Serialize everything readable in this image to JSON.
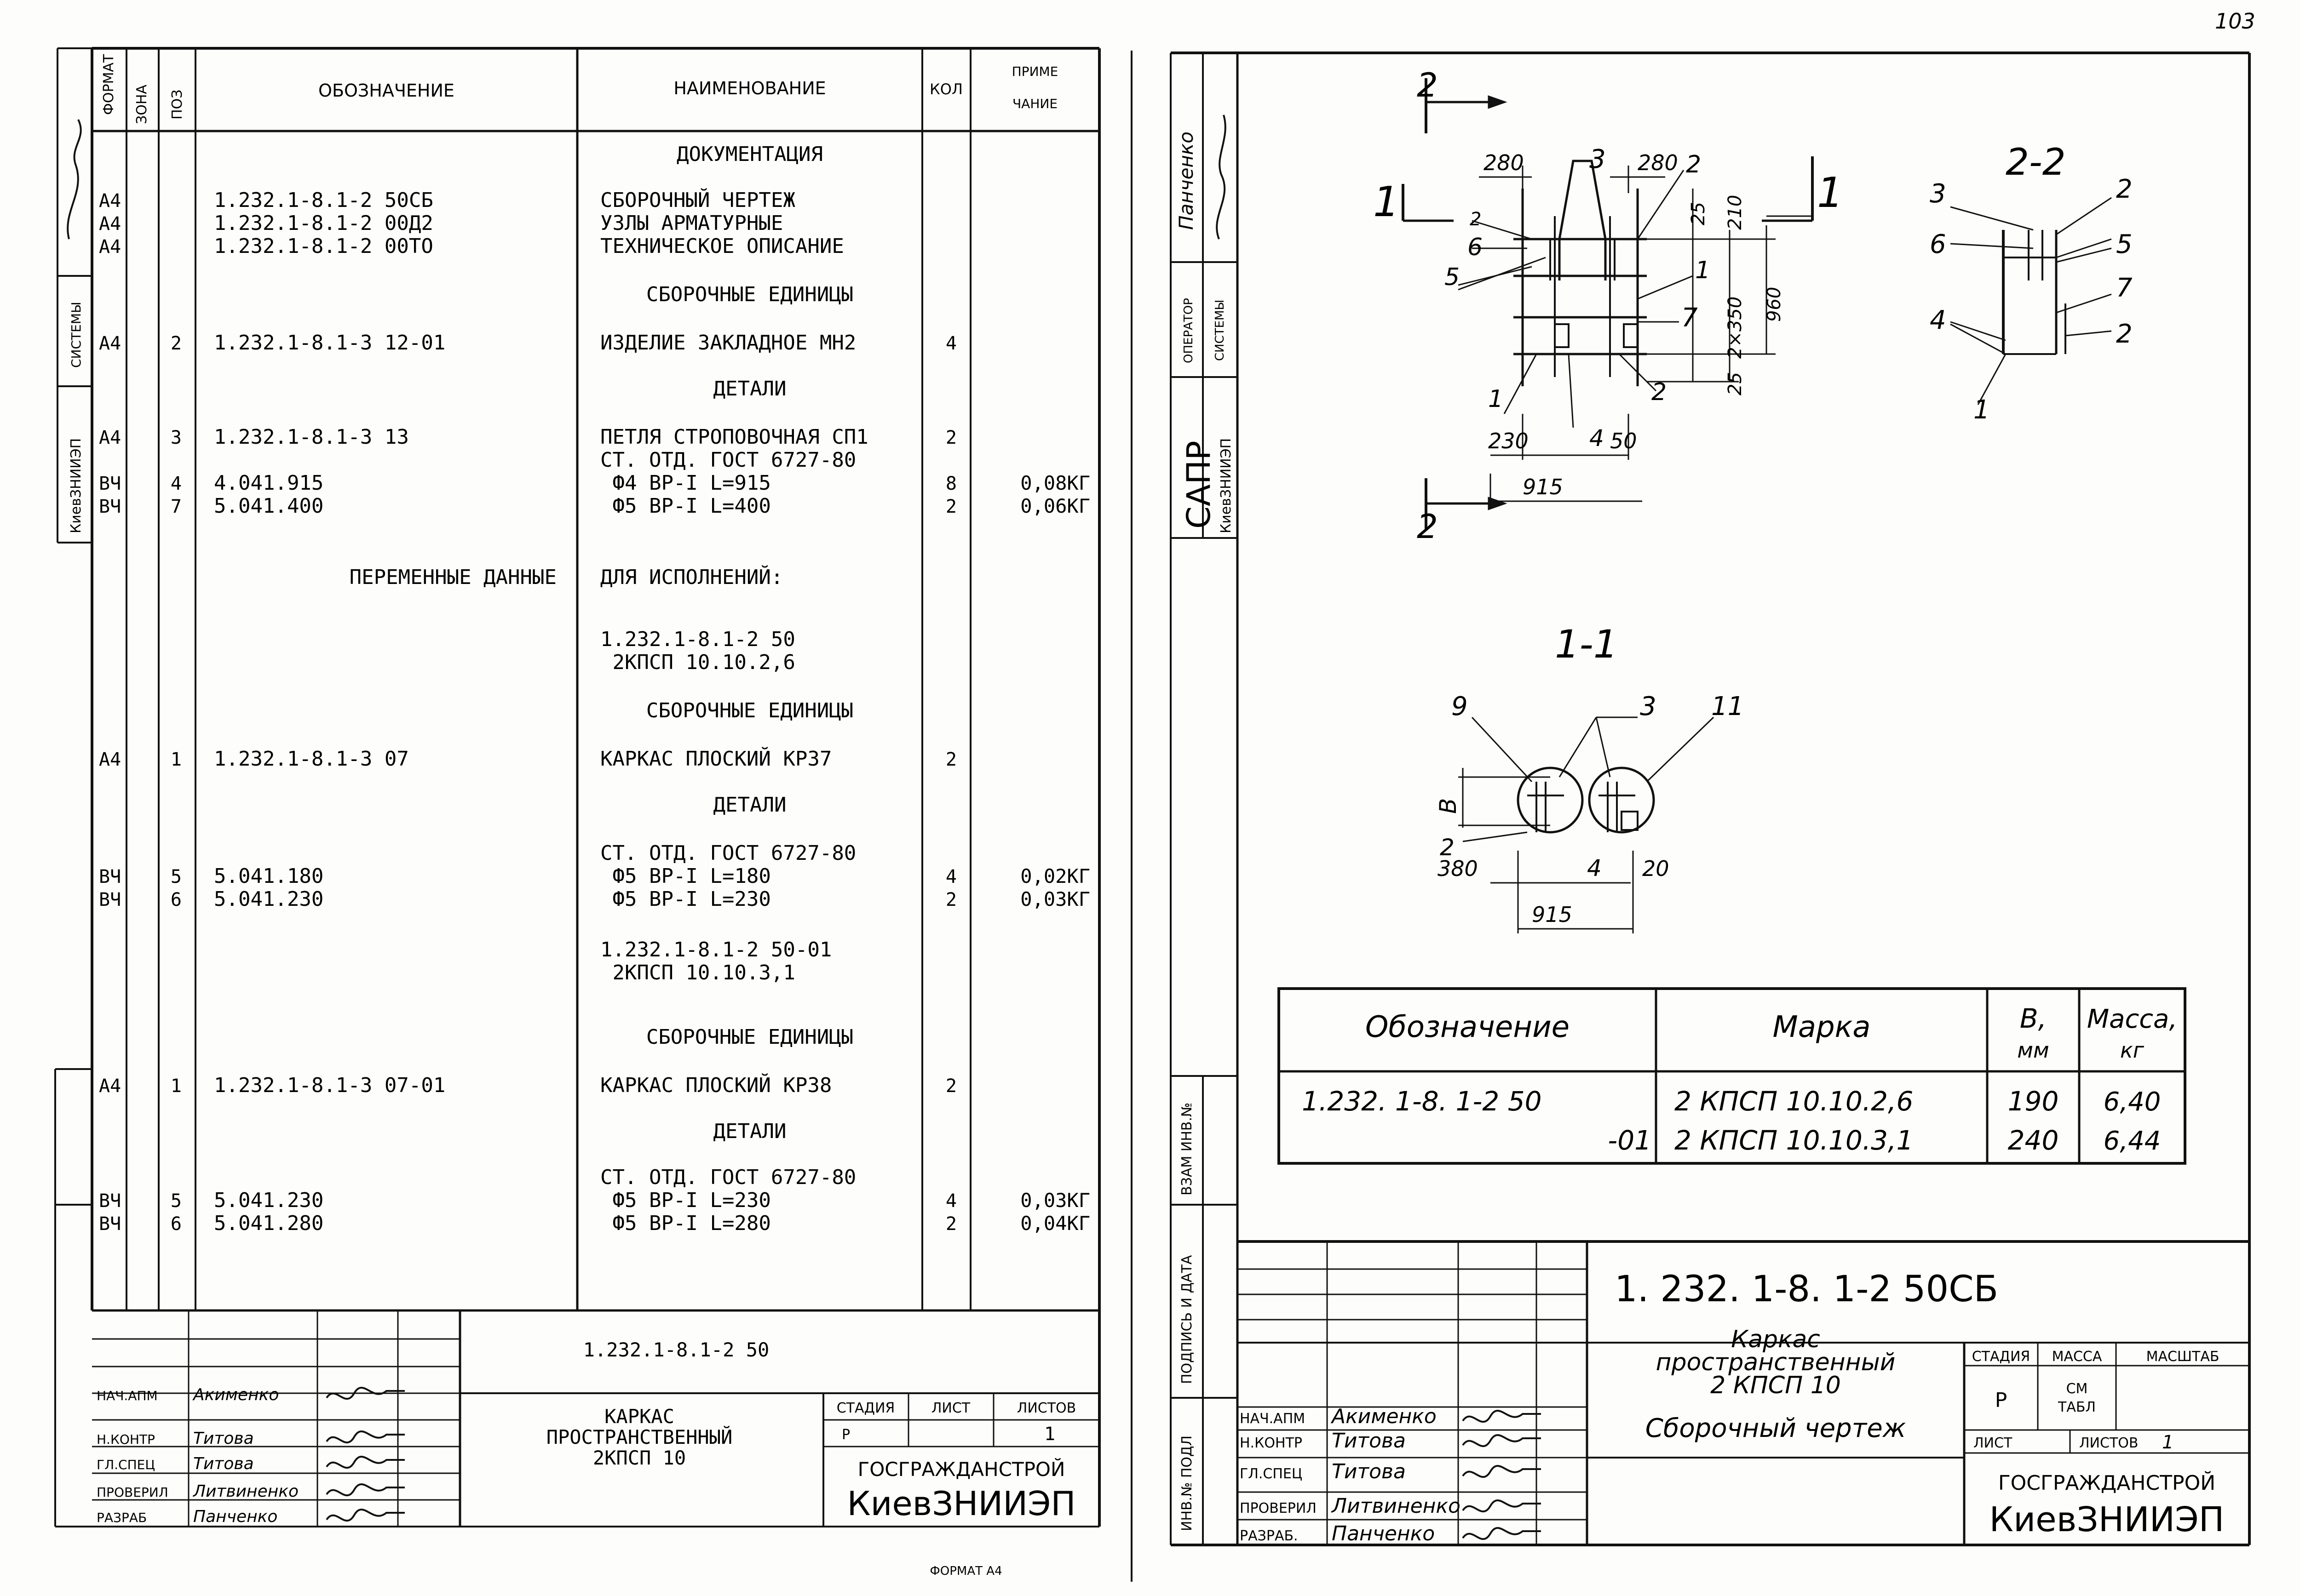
{
  "page_number": "103",
  "left": {
    "stamp": {
      "col1": "ФОРМАТ",
      "col2": "ЗОНА",
      "col3": "ПОЗ"
    },
    "headers": {
      "designation": "ОБОЗНАЧЕНИЕ",
      "name": "НАИМЕНОВАНИЕ",
      "qty": "КОЛ",
      "note1": "ПРИМЕ",
      "note2": "ЧАНИЕ"
    },
    "side_labels": {
      "system": "СИСТЕМЫ",
      "org": "КиевЗНИИЭП"
    },
    "rows": [
      {
        "f": "",
        "p": "",
        "d": "",
        "n": "ДОКУМЕНТАЦИЯ",
        "q": "",
        "c": "",
        "h": true
      },
      {
        "f": "А4",
        "p": "",
        "d": "1.232.1-8.1-2 50СБ",
        "n": "СБОРОЧНЫЙ ЧЕРТЕЖ",
        "q": "",
        "c": ""
      },
      {
        "f": "А4",
        "p": "",
        "d": "1.232.1-8.1-2 00Д2",
        "n": "УЗЛЫ АРМАТУРНЫЕ",
        "q": "",
        "c": ""
      },
      {
        "f": "А4",
        "p": "",
        "d": "1.232.1-8.1-2 00ТО",
        "n": "ТЕХНИЧЕСКОЕ ОПИСАНИЕ",
        "q": "",
        "c": ""
      },
      {
        "f": "",
        "p": "",
        "d": "",
        "n": "СБОРОЧНЫЕ ЕДИНИЦЫ",
        "q": "",
        "c": "",
        "h": true
      },
      {
        "f": "А4",
        "p": "2",
        "d": "1.232.1-8.1-3 12-01",
        "n": "ИЗДЕЛИЕ ЗАКЛАДНОЕ МН2",
        "q": "4",
        "c": ""
      },
      {
        "f": "",
        "p": "",
        "d": "",
        "n": "ДЕТАЛИ",
        "q": "",
        "c": "",
        "h": true
      },
      {
        "f": "А4",
        "p": "3",
        "d": "1.232.1-8.1-3 13",
        "n": "ПЕТЛЯ СТРОПОВОЧНАЯ СП1",
        "q": "2",
        "c": ""
      },
      {
        "f": "",
        "p": "",
        "d": "",
        "n": "СТ. ОТД. ГОСТ 6727-80",
        "q": "",
        "c": ""
      },
      {
        "f": "ВЧ",
        "p": "4",
        "d": "4.041.915",
        "n": " Ф4 ВР-I L=915",
        "q": "8",
        "c": "0,08КГ"
      },
      {
        "f": "ВЧ",
        "p": "7",
        "d": "5.041.400",
        "n": " Ф5 ВР-I L=400",
        "q": "2",
        "c": "0,06КГ"
      },
      {
        "f": "",
        "p": "",
        "d": "ПЕРЕМЕННЫЕ ДАННЫЕ",
        "n": "ДЛЯ ИСПОЛНЕНИЙ:",
        "q": "",
        "c": "",
        "var": true
      },
      {
        "f": "",
        "p": "",
        "d": "",
        "n": "1.232.1-8.1-2 50",
        "q": "",
        "c": ""
      },
      {
        "f": "",
        "p": "",
        "d": "",
        "n": " 2КПСП 10.10.2,6",
        "q": "",
        "c": ""
      },
      {
        "f": "",
        "p": "",
        "d": "",
        "n": "СБОРОЧНЫЕ ЕДИНИЦЫ",
        "q": "",
        "c": "",
        "h": true
      },
      {
        "f": "А4",
        "p": "1",
        "d": "1.232.1-8.1-3 07",
        "n": "КАРКАС ПЛОСКИЙ КР37",
        "q": "2",
        "c": ""
      },
      {
        "f": "",
        "p": "",
        "d": "",
        "n": "ДЕТАЛИ",
        "q": "",
        "c": "",
        "h": true
      },
      {
        "f": "",
        "p": "",
        "d": "",
        "n": "СТ. ОТД. ГОСТ 6727-80",
        "q": "",
        "c": ""
      },
      {
        "f": "ВЧ",
        "p": "5",
        "d": "5.041.180",
        "n": " Ф5 ВР-I L=180",
        "q": "4",
        "c": "0,02КГ"
      },
      {
        "f": "ВЧ",
        "p": "6",
        "d": "5.041.230",
        "n": " Ф5 ВР-I L=230",
        "q": "2",
        "c": "0,03КГ"
      },
      {
        "f": "",
        "p": "",
        "d": "",
        "n": "1.232.1-8.1-2 50-01",
        "q": "",
        "c": ""
      },
      {
        "f": "",
        "p": "",
        "d": "",
        "n": " 2КПСП 10.10.3,1",
        "q": "",
        "c": ""
      },
      {
        "f": "",
        "p": "",
        "d": "",
        "n": "СБОРОЧНЫЕ ЕДИНИЦЫ",
        "q": "",
        "c": "",
        "h": true
      },
      {
        "f": "А4",
        "p": "1",
        "d": "1.232.1-8.1-3 07-01",
        "n": "КАРКАС ПЛОСКИЙ КР38",
        "q": "2",
        "c": ""
      },
      {
        "f": "",
        "p": "",
        "d": "",
        "n": "ДЕТАЛИ",
        "q": "",
        "c": "",
        "h": true
      },
      {
        "f": "",
        "p": "",
        "d": "",
        "n": "СТ. ОТД. ГОСТ 6727-80",
        "q": "",
        "c": ""
      },
      {
        "f": "ВЧ",
        "p": "5",
        "d": "5.041.230",
        "n": " Ф5 ВР-I L=230",
        "q": "4",
        "c": "0,03КГ"
      },
      {
        "f": "ВЧ",
        "p": "6",
        "d": "5.041.280",
        "n": " Ф5 ВР-I L=280",
        "q": "2",
        "c": "0,04КГ"
      }
    ],
    "title_block": {
      "code": "1.232.1-8.1-2 50",
      "title": [
        "КАРКАС",
        "ПРОСТРАНСТВЕННЫЙ",
        "2КПСП 10"
      ],
      "stage_h": "СТАДИЯ",
      "sheet_h": "ЛИСТ",
      "sheets_h": "ЛИСТОВ",
      "stage": "Р",
      "sheets": "1",
      "org1": "ГОСГРАЖДАНСТРОЙ",
      "org2": "КиевЗНИИЭП",
      "people": [
        {
          "role": "НАЧ.АПМ",
          "name": "Акименко"
        },
        {
          "role": "Н.КОНТР",
          "name": "Титова"
        },
        {
          "role": "ГЛ.СПЕЦ",
          "name": "Титова"
        },
        {
          "role": "ПРОВЕРИЛ",
          "name": "Литвиненко"
        },
        {
          "role": "РАЗРАБ",
          "name": "Панченко"
        }
      ]
    },
    "format": "ФОРМАТ А4"
  },
  "right": {
    "side": {
      "name": "Панченко",
      "operator": "ОПЕРАТОР СИСТЕМЫ",
      "sapr": "САПР",
      "org": "КиевЗНИИЭП",
      "inv1": "ВЗАМ ИНВ.№",
      "sign": "ПОДПИСЬ И ДАТА",
      "inv2": "ИНВ.№ ПОДЛ"
    },
    "views": {
      "section11": "1-1",
      "section22": "2-2"
    },
    "dims": {
      "d280a": "280",
      "d280b": "280",
      "d25a": "25",
      "d210": "210",
      "d2x350": "2×350",
      "d960": "960",
      "d25b": "25",
      "d230": "230",
      "d4a": "4",
      "d50": "50",
      "d915a": "915",
      "d380": "380",
      "d4b": "4",
      "d20": "20",
      "d915b": "915",
      "dB": "В"
    },
    "cuts": {
      "c1": "1",
      "c2": "2"
    },
    "leaders": [
      "1",
      "2",
      "3",
      "4",
      "5",
      "6",
      "7",
      "9",
      "11"
    ],
    "table": {
      "headers": [
        "Обозначение",
        "Марка",
        "В,",
        "мм",
        "Масса,",
        "кг"
      ],
      "rows": [
        {
          "code": "1.232. 1-8. 1-2 50",
          "mark": "2 КПСП 10.10.2,6",
          "b": "190",
          "mass": "6,40"
        },
        {
          "code": "-01",
          "mark": "2 КПСП 10.10.3,1",
          "b": "240",
          "mass": "6,44"
        }
      ]
    },
    "title_block": {
      "code": "1. 232. 1-8. 1-2  50СБ",
      "title": [
        "Каркас",
        "пространственный",
        "2 КПСП 10",
        "Сборочный чертеж"
      ],
      "stage_h": "СТАДИЯ",
      "mass_h": "МАССА",
      "scale_h": "МАСШТАБ",
      "stage": "Р",
      "mass": "СМ",
      "mass2": "ТАБЛ",
      "sheet_h": "ЛИСТ",
      "sheets_h": "ЛИСТОВ",
      "sheets": "1",
      "org1": "ГОСГРАЖДАНСТРОЙ",
      "org2": "КиевЗНИИЭП",
      "people": [
        {
          "role": "НАЧ.АПМ",
          "name": "Акименко"
        },
        {
          "role": "Н.КОНТР",
          "name": "Титова"
        },
        {
          "role": "ГЛ.СПЕЦ",
          "name": "Титова"
        },
        {
          "role": "ПРОВЕРИЛ",
          "name": "Литвиненко"
        },
        {
          "role": "РАЗРАБ.",
          "name": "Панченко"
        }
      ]
    }
  }
}
